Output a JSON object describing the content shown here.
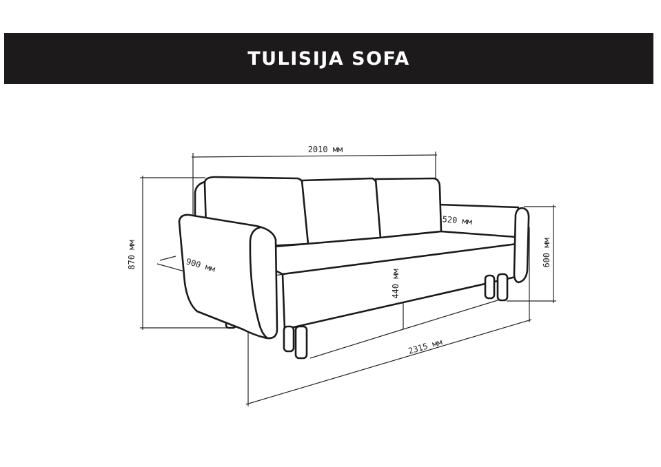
{
  "header": {
    "title": "TULISIJA SOFA"
  },
  "dimensions": {
    "width": "2010 мм",
    "height": "870 мм",
    "depth": "900 мм",
    "seat_depth": "520 мм",
    "seat_height": "440 мм",
    "arm_height": "600 мм",
    "sleeping_length": "2315 мм"
  },
  "colors": {
    "header_bg": "#1c1a1a",
    "header_text": "#ffffff",
    "line": "#1a1a1a"
  }
}
